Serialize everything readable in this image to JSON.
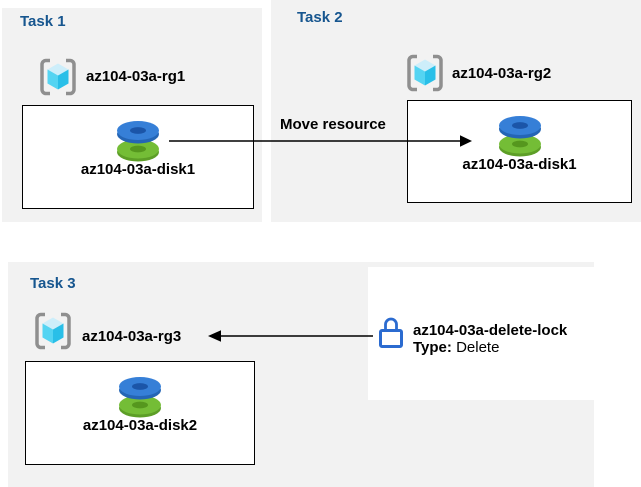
{
  "diagram": {
    "tasks": [
      {
        "title": "Task 1",
        "resource_group": "az104-03a-rg1",
        "resource": "az104-03a-disk1"
      },
      {
        "title": "Task 2",
        "resource_group": "az104-03a-rg2",
        "resource": "az104-03a-disk1"
      },
      {
        "title": "Task 3",
        "resource_group": "az104-03a-rg3",
        "resource": "az104-03a-disk2"
      }
    ],
    "move_arrow_label": "Move resource",
    "lock": {
      "name": "az104-03a-delete-lock",
      "type_label": "Type:",
      "type_value": " Delete"
    },
    "icons": {
      "resource_group": "azure-resource-group-icon",
      "disk": "azure-managed-disk-icon",
      "lock": "delete-lock-icon"
    },
    "colors": {
      "panel_bg": "#f2f2f2",
      "heading_blue": "#17568f",
      "lock_blue": "#2b6bd0",
      "disk_blue_top": "#367fd7",
      "disk_blue_side": "#2465b5",
      "disk_blue_hole": "#1b55a8",
      "disk_green_top": "#74bd36",
      "disk_green_side": "#5d9e27",
      "disk_green_hole": "#55971e",
      "cube_top": "#cdeefa",
      "cube_left": "#54d4f2",
      "cube_right": "#29bfe8",
      "bracket_gray": "#8f8f8f",
      "arrow_black": "#000000",
      "box_border": "#000000"
    }
  }
}
